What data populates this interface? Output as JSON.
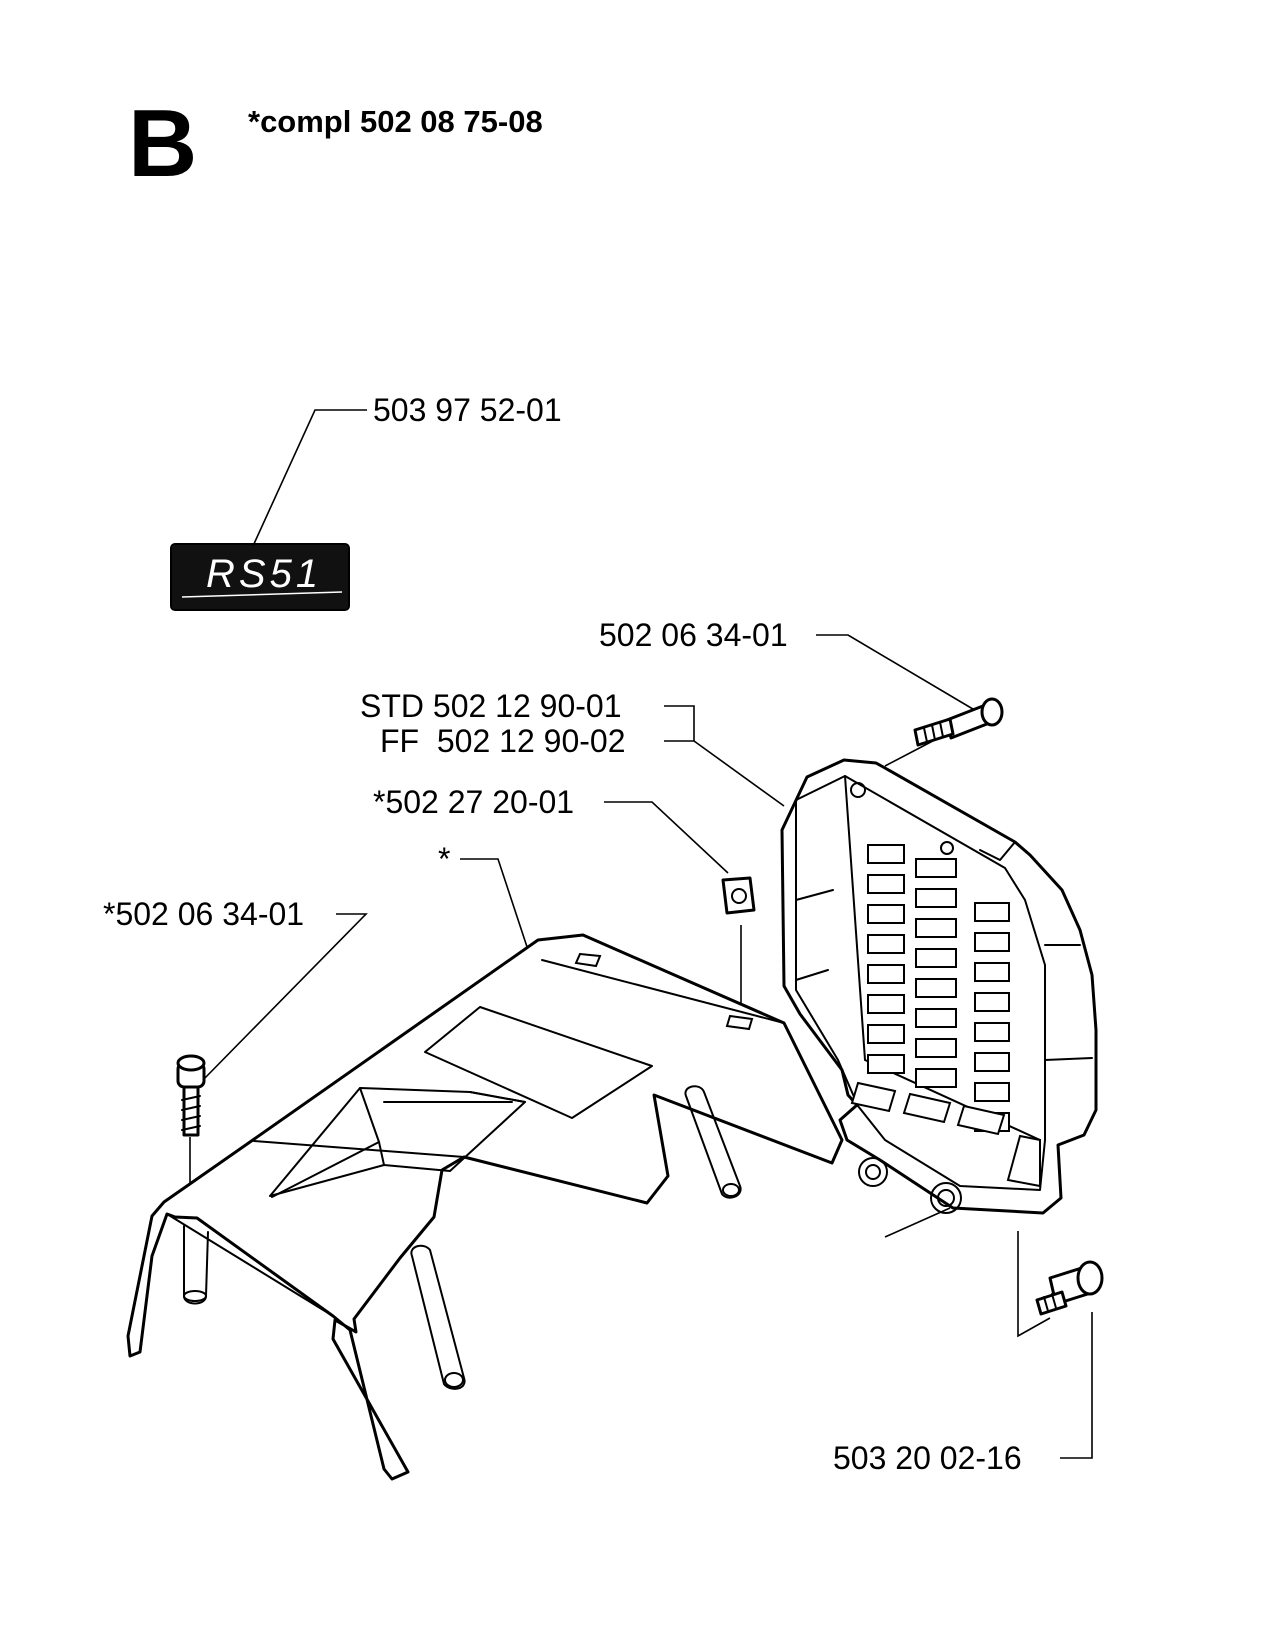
{
  "header": {
    "section_letter": "B",
    "assembly_reference": "*compl 502 08 75-08"
  },
  "decal": {
    "text": "RS51",
    "colors": {
      "background": "#111111",
      "text": "#ffffff"
    }
  },
  "part_labels": {
    "decal": "503 97 52-01",
    "bolt_top": "502 06 34-01",
    "cover_std": "STD 502 12 90-01",
    "cover_ff": "FF  502 12 90-02",
    "nut": "*502 27 20-01",
    "top_cover": "*",
    "bolt_left": "*502 06 34-01",
    "bolt_bottom": "503 20 02-16"
  }
}
